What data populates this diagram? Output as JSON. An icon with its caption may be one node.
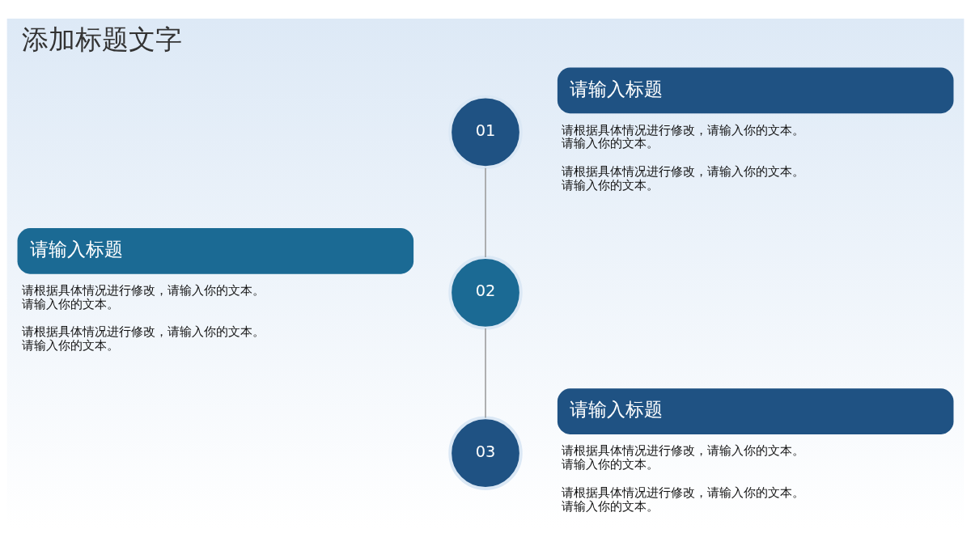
{
  "diagram": {
    "title": "添加标题文字",
    "nodes": [
      {
        "text": [
          "01"
        ]
      },
      {
        "text": [
          "请输入标题"
        ],
        "beside": [
          "请根据具体情况进行修改，请输入你的文本。请输入你的文本。",
          "请根据具体情况进行修改，请输入你的文本。请输入你的文本。"
        ]
      },
      {
        "text": [
          "请输入标题"
        ],
        "beside": [
          "请根据具体情况进行修改，请输入你的文本。请输入你的文本。",
          "请根据具体情况进行修改，请输入你的文本。请输入你的文本。"
        ]
      },
      {
        "text": [
          "02"
        ]
      },
      {
        "text": [
          "03"
        ]
      },
      {
        "text": [
          "请输入标题"
        ],
        "beside": [
          "请根据具体情况进行修改，请输入你的文本。请输入你的文本。",
          "请根据具体情况进行修改，请输入你的文本。请输入你的文本。"
        ]
      }
    ],
    "edges": [
      {
        "from": 0,
        "to": 3,
        "arrow": "none"
      },
      {
        "from": 3,
        "to": 4,
        "arrow": "none"
      }
    ]
  }
}
